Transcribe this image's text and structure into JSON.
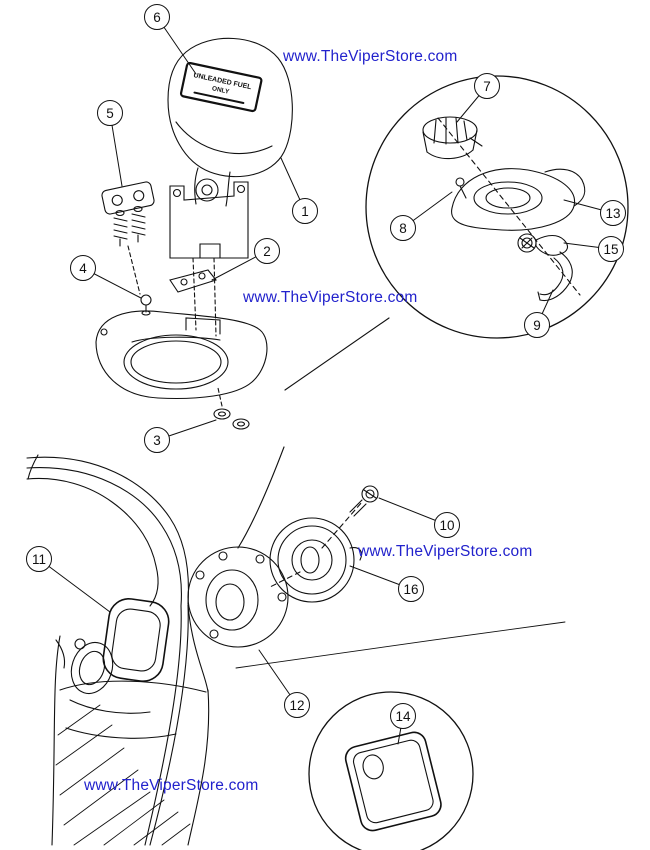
{
  "colors": {
    "watermark_blue": "#2222cc",
    "line_black": "#111111",
    "background": "#ffffff"
  },
  "watermarks": [
    {
      "text": "www.TheViperStore.com"
    },
    {
      "text": "www.TheViperStore.com"
    },
    {
      "text": "www.TheViperStore.com"
    },
    {
      "text": "www.TheViperStore.com"
    }
  ],
  "door_plaque": {
    "line1": "UNLEADED FUEL",
    "line2": "ONLY"
  },
  "callouts": [
    {
      "label": "1"
    },
    {
      "label": "2"
    },
    {
      "label": "3"
    },
    {
      "label": "4"
    },
    {
      "label": "5"
    },
    {
      "label": "6"
    },
    {
      "label": "7"
    },
    {
      "label": "8"
    },
    {
      "label": "9"
    },
    {
      "label": "10"
    },
    {
      "label": "11"
    },
    {
      "label": "12"
    },
    {
      "label": "13"
    },
    {
      "label": "14"
    },
    {
      "label": "15"
    },
    {
      "label": "16"
    }
  ]
}
